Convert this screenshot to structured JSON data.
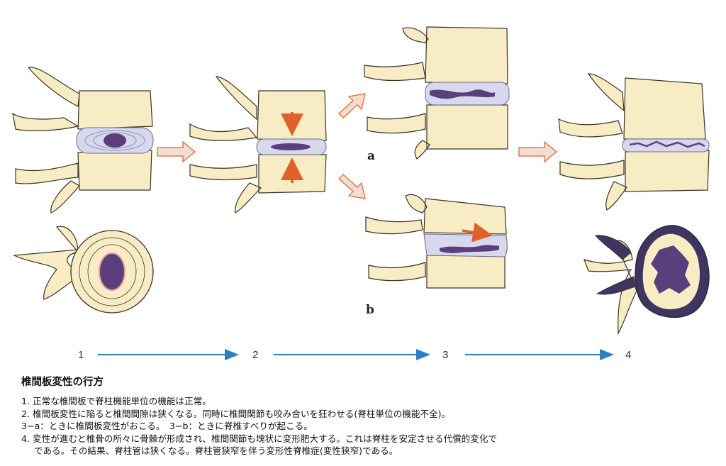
{
  "figure": {
    "labels": {
      "a": "a",
      "b": "b"
    },
    "stages": [
      "1",
      "2",
      "3",
      "4"
    ]
  },
  "caption": {
    "title": "椎間板変性の行方",
    "items": [
      "1. 正常な椎間板で脊柱機能単位の機能は正常。",
      "2. 椎間板変性に陥ると椎間間隙は狭くなる。同時に椎間関節も咬み合いを狂わせる(脊柱単位の機能不全)。",
      "3−a：ときに椎間板変性がおこる。　3−b：ときに脊椎すべりが起こる。",
      "4. 変性が進むと椎骨の所々に骨棘が形成され、椎間関節も塊状に変形肥大する。これは脊柱を安定させる代償的変化で",
      "である。その結果、脊柱管は狭くなる。脊柱管狭窄を伴う変形性脊椎症(変性狭窄)である。"
    ]
  },
  "colors": {
    "bone": "#f7ecc4",
    "outline": "#3a3326",
    "disc": "#d7d8ec",
    "nucleus": "#5a3f7c",
    "flow_arrow": "#f3ddd2",
    "force_arrow": "#e0622a",
    "timeline": "#2d7fc0"
  }
}
